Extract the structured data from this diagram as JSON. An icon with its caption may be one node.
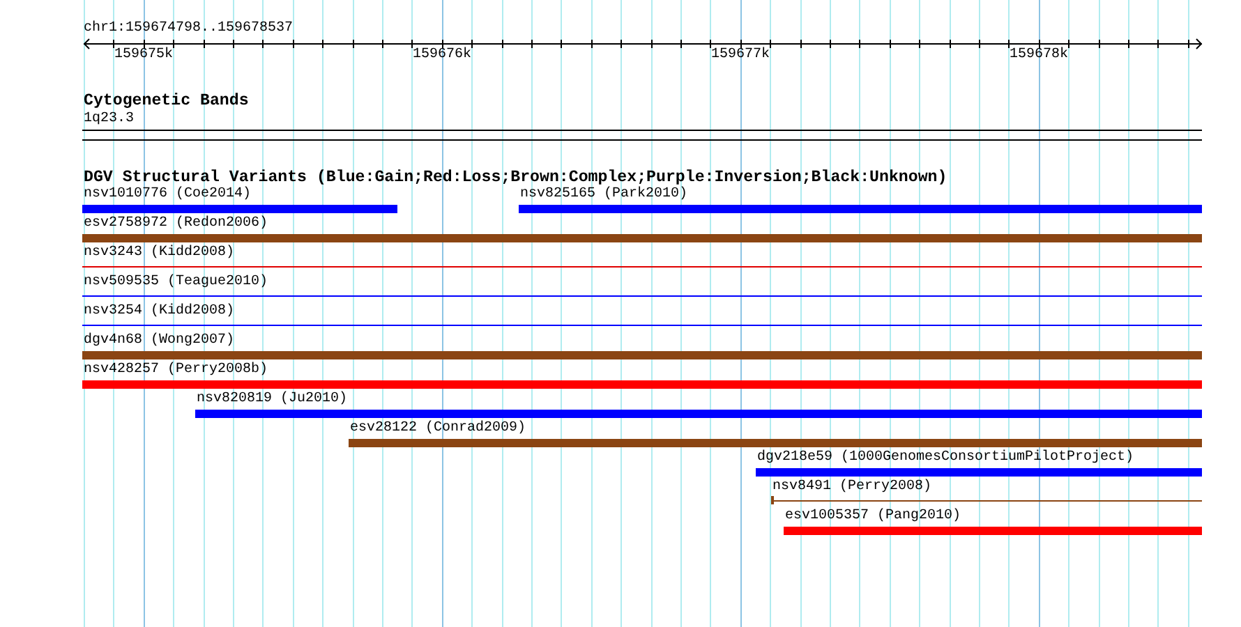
{
  "diagram": {
    "nodes": [
      {
        "text": [
          "1q23.3"
        ]
      },
      {
        "text": [
          "nsv1010776 (Coe2014)"
        ]
      },
      {
        "text": [
          "nsv825165 (Park2010)"
        ]
      },
      {
        "text": [
          "esv2758972 (Redon2006)"
        ]
      },
      {
        "text": [
          "nsv3243 (Kidd2008)"
        ]
      },
      {
        "text": [
          "nsv509535 (Teague2010)"
        ]
      },
      {
        "text": [
          "nsv3254 (Kidd2008)"
        ]
      },
      {
        "text": [
          "dgv4n68 (Wong2007)"
        ]
      },
      {
        "text": [
          "nsv428257 (Perry2008b)"
        ]
      },
      {
        "text": [
          "nsv820819 (Ju2010)"
        ]
      },
      {
        "text": [
          "esv28122 (Conrad2009)"
        ]
      },
      {
        "text": [
          "dgv218e59 (1000GenomesConsortiumPilotProject)"
        ]
      },
      {
        "text": [
          "nsv8491 (Perry2008)"
        ]
      },
      {
        "text": [
          "esv1005357 (Pang2010)"
        ]
      }
    ],
    "labels": [
      "chr1:159674798..159678537",
      "159675k",
      "159676k",
      "159677k",
      "159678k",
      "Cytogenetic Bands",
      "DGV Structural Variants (Blue:Gain;Red:Loss;Brown:Complex;Purple:Inversion;Black:Unknown)"
    ]
  }
}
